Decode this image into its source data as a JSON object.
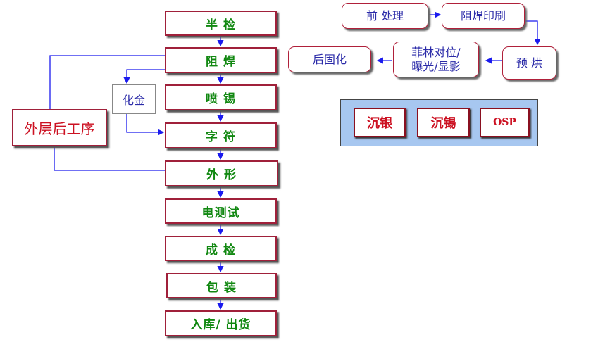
{
  "main_flow": [
    "半 检",
    "阻 焊",
    "喷 锡",
    "字 符",
    "外 形",
    "电测试",
    "成 检",
    "包 装",
    "入库/ 出货"
  ],
  "side_labels": {
    "outer_process": "外层后工序",
    "gold": "化金"
  },
  "solder_mask_process": [
    "前 处理",
    "阻焊印刷",
    "预 烘",
    "菲林对位/",
    "曝光/显影",
    "后固化"
  ],
  "surface_finishes": [
    "沉银",
    "沉锡",
    "OSP"
  ],
  "colors": {
    "box_border": "#a0203a",
    "main_text": "#118811",
    "sub_text": "#2a2aa8",
    "accent_text": "#cc1122",
    "arrow": "#1a1aee",
    "panel": "#a7c7f0"
  }
}
